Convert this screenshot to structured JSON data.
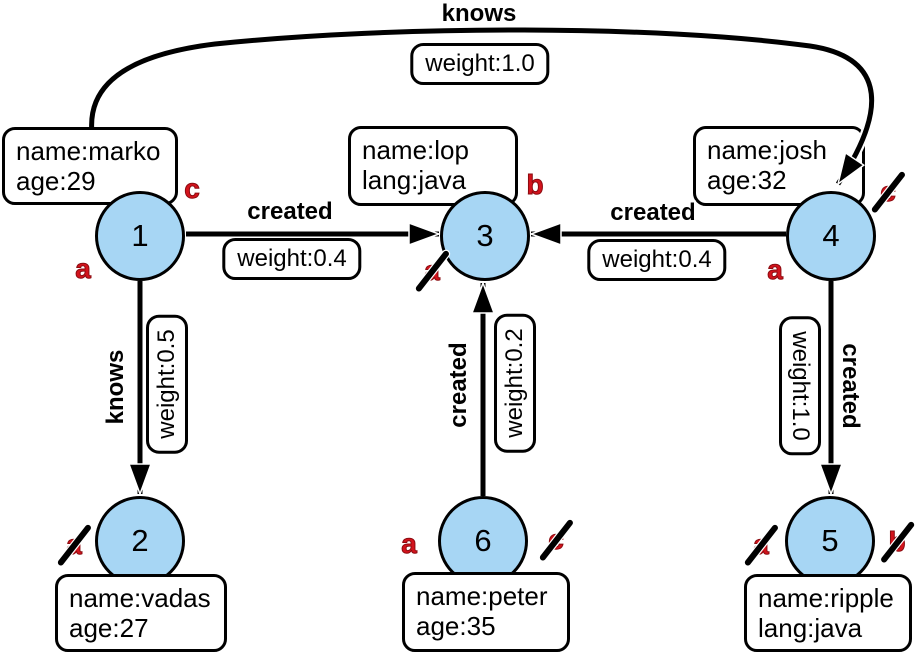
{
  "colors": {
    "node_fill": "#A7D6F4",
    "node_border": "#000000",
    "mark_red": "#D3131C",
    "edge_color": "#000000"
  },
  "nodes": {
    "v1": {
      "label": "1",
      "props": [
        "name:marko",
        "age:29"
      ],
      "marks": {
        "left": {
          "letter": "a",
          "struck": false
        },
        "right": {
          "letter": "c",
          "struck": false
        }
      }
    },
    "v2": {
      "label": "2",
      "props": [
        "name:vadas",
        "age:27"
      ],
      "marks": {
        "left": {
          "letter": "a",
          "struck": true
        }
      }
    },
    "v3": {
      "label": "3",
      "props": [
        "name:lop",
        "lang:java"
      ],
      "marks": {
        "left": {
          "letter": "a",
          "struck": true
        },
        "right": {
          "letter": "b",
          "struck": false
        }
      }
    },
    "v4": {
      "label": "4",
      "props": [
        "name:josh",
        "age:32"
      ],
      "marks": {
        "left": {
          "letter": "a",
          "struck": false
        },
        "right": {
          "letter": "c",
          "struck": true
        }
      }
    },
    "v5": {
      "label": "5",
      "props": [
        "name:ripple",
        "lang:java"
      ],
      "marks": {
        "left": {
          "letter": "a",
          "struck": true
        },
        "right": {
          "letter": "b",
          "struck": true
        }
      }
    },
    "v6": {
      "label": "6",
      "props": [
        "name:peter",
        "age:35"
      ],
      "marks": {
        "left": {
          "letter": "a",
          "struck": false
        },
        "right": {
          "letter": "c",
          "struck": true
        }
      }
    }
  },
  "edges": {
    "knows_1_4": {
      "label": "knows",
      "weight": "weight:1.0"
    },
    "created_1_3": {
      "label": "created",
      "weight": "weight:0.4"
    },
    "created_4_3": {
      "label": "created",
      "weight": "weight:0.4"
    },
    "knows_1_2": {
      "label": "knows",
      "weight": "weight:0.5"
    },
    "created_6_3": {
      "label": "created",
      "weight": "weight:0.2"
    },
    "created_4_5": {
      "label": "created",
      "weight": "weight:1.0"
    }
  }
}
